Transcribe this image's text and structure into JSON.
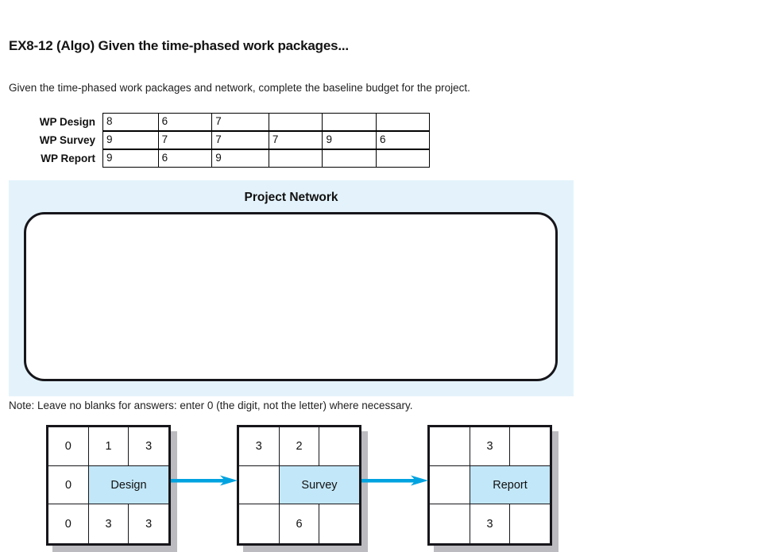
{
  "page_title": "EX8-12 (Algo) Given the time-phased work packages...",
  "intro_text": "Given the time-phased work packages and network, complete the baseline budget for the project.",
  "note_text": "Note: Leave no blanks for answers: enter 0 (the digit, not the letter) where necessary.",
  "colors": {
    "panel_background": "#e4f3fb",
    "node_highlight": "#c2e7f8",
    "arrow": "#00a3e0",
    "border": "#17161b",
    "shadow": "#bcbcc0"
  },
  "work_packages": {
    "rows": [
      {
        "label": "WP Design",
        "values": [
          "8",
          "6",
          "7",
          "",
          "",
          ""
        ]
      },
      {
        "label": "WP Survey",
        "values": [
          "9",
          "7",
          "7",
          "7",
          "9",
          "6"
        ]
      },
      {
        "label": "WP Report",
        "values": [
          "9",
          "6",
          "9",
          "",
          "",
          ""
        ]
      }
    ]
  },
  "network": {
    "title": "Project Network",
    "arrow_1_name": "arrow-design-to-survey",
    "arrow_2_name": "arrow-survey-to-report",
    "nodes": [
      {
        "name": "Design",
        "top": [
          "0",
          "1",
          "3"
        ],
        "mid_left": "0",
        "bottom": [
          "0",
          "3",
          "3"
        ]
      },
      {
        "name": "Survey",
        "top": [
          "3",
          "2",
          ""
        ],
        "mid_left": "",
        "bottom": [
          "",
          "6",
          ""
        ]
      },
      {
        "name": "Report",
        "top": [
          "",
          "3",
          ""
        ],
        "mid_left": "",
        "bottom": [
          "",
          "3",
          ""
        ]
      }
    ]
  }
}
